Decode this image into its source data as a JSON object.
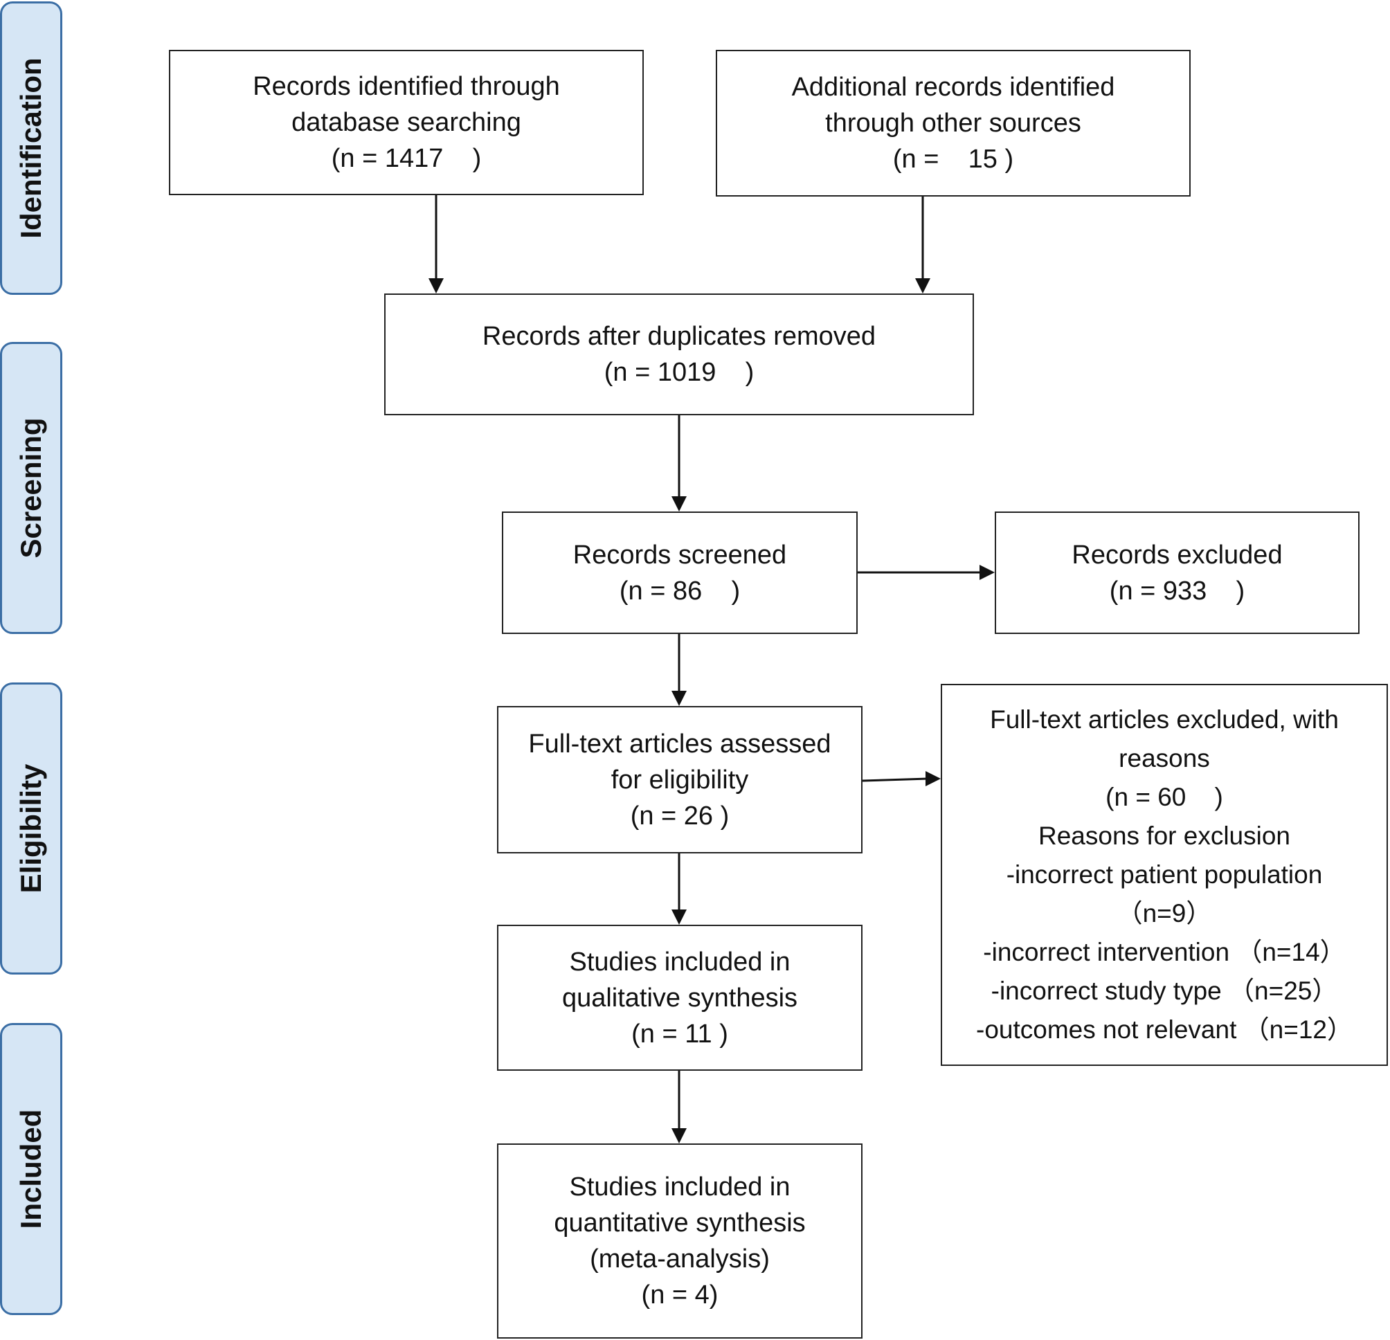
{
  "stages": {
    "identification": "Identification",
    "screening": "Screening",
    "eligibility": "Eligibility",
    "included": "Included"
  },
  "boxes": {
    "database": [
      "Records identified through",
      "database searching",
      "(n = 1417    )"
    ],
    "other": [
      "Additional records identified",
      "through other sources",
      "(n =    15 )"
    ],
    "duplicates": [
      "Records after duplicates removed",
      "(n = 1019    )"
    ],
    "screened": [
      "Records screened",
      "(n = 86    )"
    ],
    "excluded": [
      "Records excluded",
      "(n = 933    )"
    ],
    "fulltext": [
      "Full-text articles assessed",
      "for eligibility",
      "(n = 26 )"
    ],
    "fulltext_excluded": [
      "Full-text articles excluded, with",
      "reasons",
      "(n = 60    )",
      "Reasons for exclusion",
      "-incorrect patient population",
      "（n=9）",
      "-incorrect intervention （n=14）",
      "-incorrect study type （n=25）",
      "-outcomes not relevant （n=12）"
    ],
    "qualitative": [
      "Studies included in",
      "qualitative synthesis",
      "(n = 11 )"
    ],
    "quantitative": [
      "Studies included in",
      "quantitative synthesis",
      "(meta-analysis)",
      "(n = 4)"
    ]
  }
}
